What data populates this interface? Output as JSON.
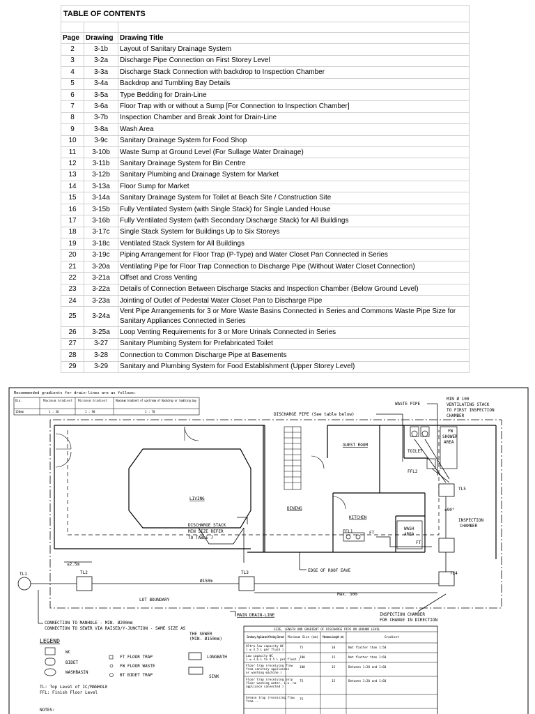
{
  "toc": {
    "title": "TABLE OF CONTENTS",
    "headers": {
      "page": "Page",
      "drawing": "Drawing",
      "title": "Drawing Title"
    },
    "rows": [
      {
        "page": "2",
        "drawing": "3-1b",
        "title": "Layout of Sanitary Drainage System"
      },
      {
        "page": "3",
        "drawing": "3-2a",
        "title": "Discharge Pipe Connection on First Storey Level"
      },
      {
        "page": "4",
        "drawing": "3-3a",
        "title": "Discharge Stack Connection with backdrop to Inspection Chamber"
      },
      {
        "page": "5",
        "drawing": "3-4a",
        "title": "Backdrop and Tumbling Bay Details"
      },
      {
        "page": "6",
        "drawing": "3-5a",
        "title": "Type Bedding for Drain-Line"
      },
      {
        "page": "7",
        "drawing": "3-6a",
        "title": "Floor Trap with or without a Sump [For Connection to Inspection Chamber]"
      },
      {
        "page": "8",
        "drawing": "3-7b",
        "title": "Inspection Chamber and Break Joint for Drain-Line"
      },
      {
        "page": "9",
        "drawing": "3-8a",
        "title": "Wash Area"
      },
      {
        "page": "10",
        "drawing": "3-9c",
        "title": "Sanitary Drainage System for Food Shop"
      },
      {
        "page": "11",
        "drawing": "3-10b",
        "title": "Waste Sump at Ground Level (For Sullage Water Drainage)"
      },
      {
        "page": "12",
        "drawing": "3-11b",
        "title": "Sanitary Drainage System for Bin Centre"
      },
      {
        "page": "13",
        "drawing": "3-12b",
        "title": "Sanitary Plumbing and Drainage System for Market"
      },
      {
        "page": "14",
        "drawing": "3-13a",
        "title": "Floor Sump for Market"
      },
      {
        "page": "15",
        "drawing": "3-14a",
        "title": "Sanitary Drainage System for Toilet at Beach Site / Construction Site"
      },
      {
        "page": "16",
        "drawing": "3-15b",
        "title": "Fully Ventilated System (with Single Stack) for Single Landed House"
      },
      {
        "page": "17",
        "drawing": "3-16b",
        "title": "Fully Ventilated System (with Secondary Discharge Stack) for All Buildings"
      },
      {
        "page": "18",
        "drawing": "3-17c",
        "title": "Single Stack System for Buildings Up to Six Storeys"
      },
      {
        "page": "19",
        "drawing": "3-18c",
        "title": "Ventilated Stack System for All Buildings"
      },
      {
        "page": "20",
        "drawing": "3-19c",
        "title": "Piping Arrangement for Floor Trap (P-Type) and Water Closet Pan Connected in Series"
      },
      {
        "page": "21",
        "drawing": "3-20a",
        "title": "Ventilating Pipe for Floor Trap Connection to Discharge Pipe (Without Water Closet Connection)"
      },
      {
        "page": "22",
        "drawing": "3-21a",
        "title": "Offset and Cross Venting"
      },
      {
        "page": "23",
        "drawing": "3-22a",
        "title": "Details of Connection Between Discharge Stacks and Inspection Chamber (Below Ground Level)"
      },
      {
        "page": "24",
        "drawing": "3-23a",
        "title": "Jointing of Outlet of Pedestal Water Closet Pan to Discharge Pipe"
      },
      {
        "page": "25",
        "drawing": "3-24a",
        "title": "Vent Pipe Arrangements for 3 or More Waste Basins Connected in Series and Commons Waste Pipe Size for Sanitary Appliances Connected in Series"
      },
      {
        "page": "26",
        "drawing": "3-25a",
        "title": "Loop Venting Requirements for 3 or More Urinals Connected in Series"
      },
      {
        "page": "27",
        "drawing": "3-27",
        "title": "Sanitary Plumbing System for Prefabricated Toilet"
      },
      {
        "page": "28",
        "drawing": "3-28",
        "title": "Connection to Common Discharge Pipe at Basements"
      },
      {
        "page": "29",
        "drawing": "3-29",
        "title": "Sanitary and Plumbing System for Food Establishment (Upper Storey Level)"
      }
    ]
  },
  "drawing": {
    "gradient_note": "Recommended gradients for drain-lines are as follows:",
    "gradient_table": {
      "headers": [
        "Dia.",
        "Maximum Gradient",
        "Minimum Gradient",
        "Maximum Gradient of upstream of Backdrop or tumbling bay"
      ],
      "row": [
        "150mm",
        "1 : 30",
        "1 : 90",
        "1 : 70"
      ]
    },
    "labels": {
      "waste_pipe": "WASTE PIPE",
      "vent_stack": [
        "MIN Ø 100",
        "VENTILATING STACK",
        "TO FIRST INSPECTION",
        "CHAMBER"
      ],
      "discharge_pipe": "DISCHARGE PIPE (See table below)",
      "guest_room": "GUEST ROOM",
      "fw": "FW",
      "shower_area": [
        "SHOWER",
        "AREA"
      ],
      "toilet": "TOILET",
      "ffl2": "FFL2",
      "tl5": "TL5",
      "angle": "≤90°",
      "living": "LIVING",
      "dining": "DINING",
      "kitchen": "KITCHEN",
      "ffl1": "FFL1",
      "ft": "FT",
      "wash_area": [
        "WASH",
        "AREA"
      ],
      "inspection_chamber": [
        "INSPECTION",
        "CHAMBER"
      ],
      "discharge_stack": [
        "DISCHARGE STACK",
        "MIN SIZE REFER",
        "TO TABLE 7"
      ],
      "dim_25": "≤2.5m",
      "tl1": "TL1",
      "tl2": "TL2",
      "tl3": "TL3",
      "tl4": "TL4",
      "edge_roof": "EDGE OF ROOF EAVE",
      "pipe_150": "Ø150m",
      "lot_boundary": "LOT BOUNDARY",
      "max_50": "Max. 50m",
      "main_drain": "MAIN DRAIN-LINE",
      "ic_change": [
        "INSPECTION CHAMBER",
        "FOR CHANGE IN DIRECTION"
      ],
      "manhole": "CONNECTION TO MANHOLE - MIN. Ø200mm",
      "sewer": "CONNECTION TO SEWER VIA RAISED/Y-JUNCTION - SAME SIZE AS",
      "sewer2": [
        "THE SEWER",
        "(MIN. Ø150mm)"
      ],
      "notes": "NOTES:"
    },
    "legend": {
      "title": "LEGEND",
      "left": [
        "WC",
        "BIDET",
        "WASHBASIN"
      ],
      "mid": [
        "FT   FLOOR TRAP",
        "FW   FLOOR WASTE",
        "BT   BIDET TRAP"
      ],
      "right": [
        "LONGBATH",
        "SINK"
      ],
      "notes": [
        "TL: Top Level of IC/MANHOLE",
        "FFL: Finish Floor Level"
      ]
    },
    "size_table": {
      "title": "SIZE, LENGTH AND GRADIENT OF DISCHARGE PIPE ON GROUND LEVEL",
      "headers": [
        "Sanitary Appliance/fitting Served",
        "Minimum Size (mm)",
        "Maximum Length (m)",
        "Gradient"
      ],
      "rows": [
        {
          "a": [
            "Ultra-low capacity WC",
            "( ≤ 3.5 L per flush )"
          ],
          "b": "75",
          "c": "10",
          "d": "Not flatter than 1:50"
        },
        {
          "a": [
            "Low capacity WC",
            "( ≤ 3.6 L to 4.5 L per flush )"
          ],
          "b": "100",
          "c": "15",
          "d": "Not flatter than 1:60"
        },
        {
          "a": [
            "Floor trap (receiving flow",
            "from sanitary appliances",
            "or washing machine )"
          ],
          "b": "100",
          "c": "15",
          "d": "Between 1:20 and 1:60"
        },
        {
          "a": [
            "Floor trap (receiving only",
            "floor washing water, i.e. no",
            "appliance connected )"
          ],
          "b": "75",
          "c": "15",
          "d": "Between 1:20 and 1:60"
        },
        {
          "a": [
            "Grease trap (receiving flow",
            "from..."
          ],
          "b": "75",
          "c": "",
          "d": ""
        }
      ]
    }
  }
}
